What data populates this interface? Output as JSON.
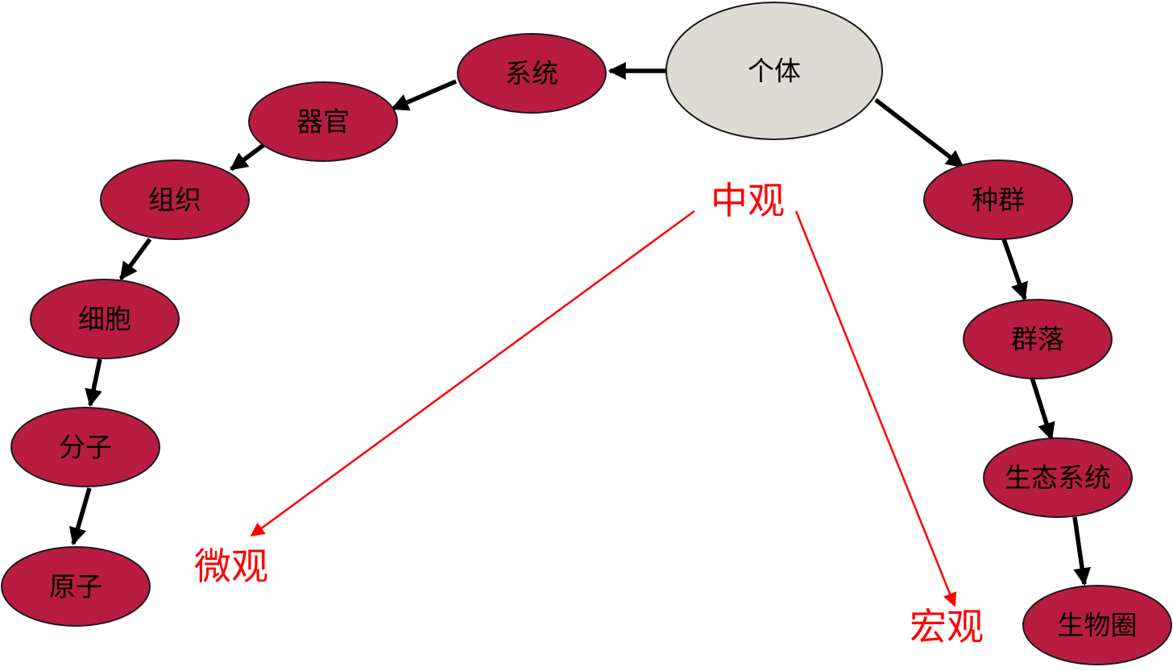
{
  "colors": {
    "node_fill": "#b81c40",
    "center_fill": "#dedbd4",
    "outline": "#1a1a1a",
    "arrow": "#000000",
    "accent": "#ff0000"
  },
  "nodes": {
    "individual": "个体",
    "system": "系统",
    "organ": "器官",
    "tissue": "组织",
    "cell": "细胞",
    "molecule": "分子",
    "atom": "原子",
    "population": "种群",
    "community": "群落",
    "ecosystem": "生态系统",
    "biosphere": "生物圈"
  },
  "scale_labels": {
    "meso": "中观",
    "micro": "微观",
    "macro": "宏观"
  }
}
